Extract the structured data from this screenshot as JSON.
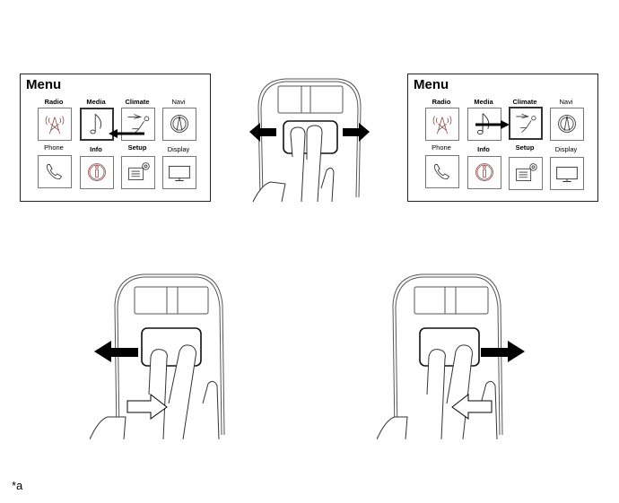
{
  "panels": [
    {
      "title": "Menu",
      "selected": "Media",
      "row1": [
        "Radio",
        "Media",
        "Climate",
        "Navi"
      ],
      "row2": [
        "Phone",
        "Info",
        "Setup",
        "Display"
      ],
      "arrow": "left"
    },
    {
      "title": "Menu",
      "selected": "Climate",
      "row1": [
        "Radio",
        "Media",
        "Climate",
        "Navi"
      ],
      "row2": [
        "Phone",
        "Info",
        "Setup",
        "Display"
      ],
      "arrow": "right"
    }
  ],
  "icons": [
    "radio-tower",
    "music-note",
    "climate-seat",
    "navi-compass",
    "phone",
    "info",
    "setup",
    "display"
  ],
  "gestures": [
    {
      "name": "two-finger-swipe-both",
      "arrows": [
        "left-black",
        "right-black"
      ]
    },
    {
      "name": "two-finger-swipe-left",
      "arrows": [
        "left-black",
        "right-outline"
      ]
    },
    {
      "name": "two-finger-swipe-right",
      "arrows": [
        "right-black",
        "left-outline"
      ]
    }
  ],
  "footnote": "*a"
}
